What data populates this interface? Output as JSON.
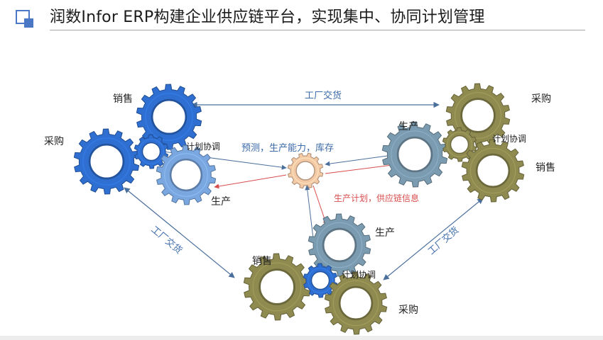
{
  "header": {
    "title": "润数Infor ERP构建企业供应链平台，实现集中、协同计划管理"
  },
  "diagram": {
    "top_left_cluster": {
      "sales_label": "销售",
      "purchase_label": "采购",
      "planning_label": "计划协调",
      "production_label": "生产"
    },
    "top_right_cluster": {
      "purchase_label": "采购",
      "production_label": "生产",
      "planning_label": "计划协调",
      "sales_label": "销售"
    },
    "bottom_cluster": {
      "production_label": "生产",
      "sales_label": "销售",
      "planning_label": "计划协调",
      "purchase_label": "采购"
    },
    "flows": {
      "top_delivery": "工厂交货",
      "left_delivery": "工厂交货",
      "right_delivery": "工厂交货",
      "inbound_info": "预测，生产能力，库存",
      "outbound_info": "生产计划，供应链信息"
    },
    "colors": {
      "blue_gear": "#2f6fd1",
      "light_blue_gear": "#7aa7e0",
      "olive_gear": "#8f8a50",
      "steel_gear": "#7b9bb0",
      "hub_gear": "#f4c9a6",
      "arrow_blue": "#4a6f9c",
      "arrow_red": "#d94c4c",
      "text_blue": "#3b6aa8",
      "text_red": "#d94c4c"
    }
  }
}
